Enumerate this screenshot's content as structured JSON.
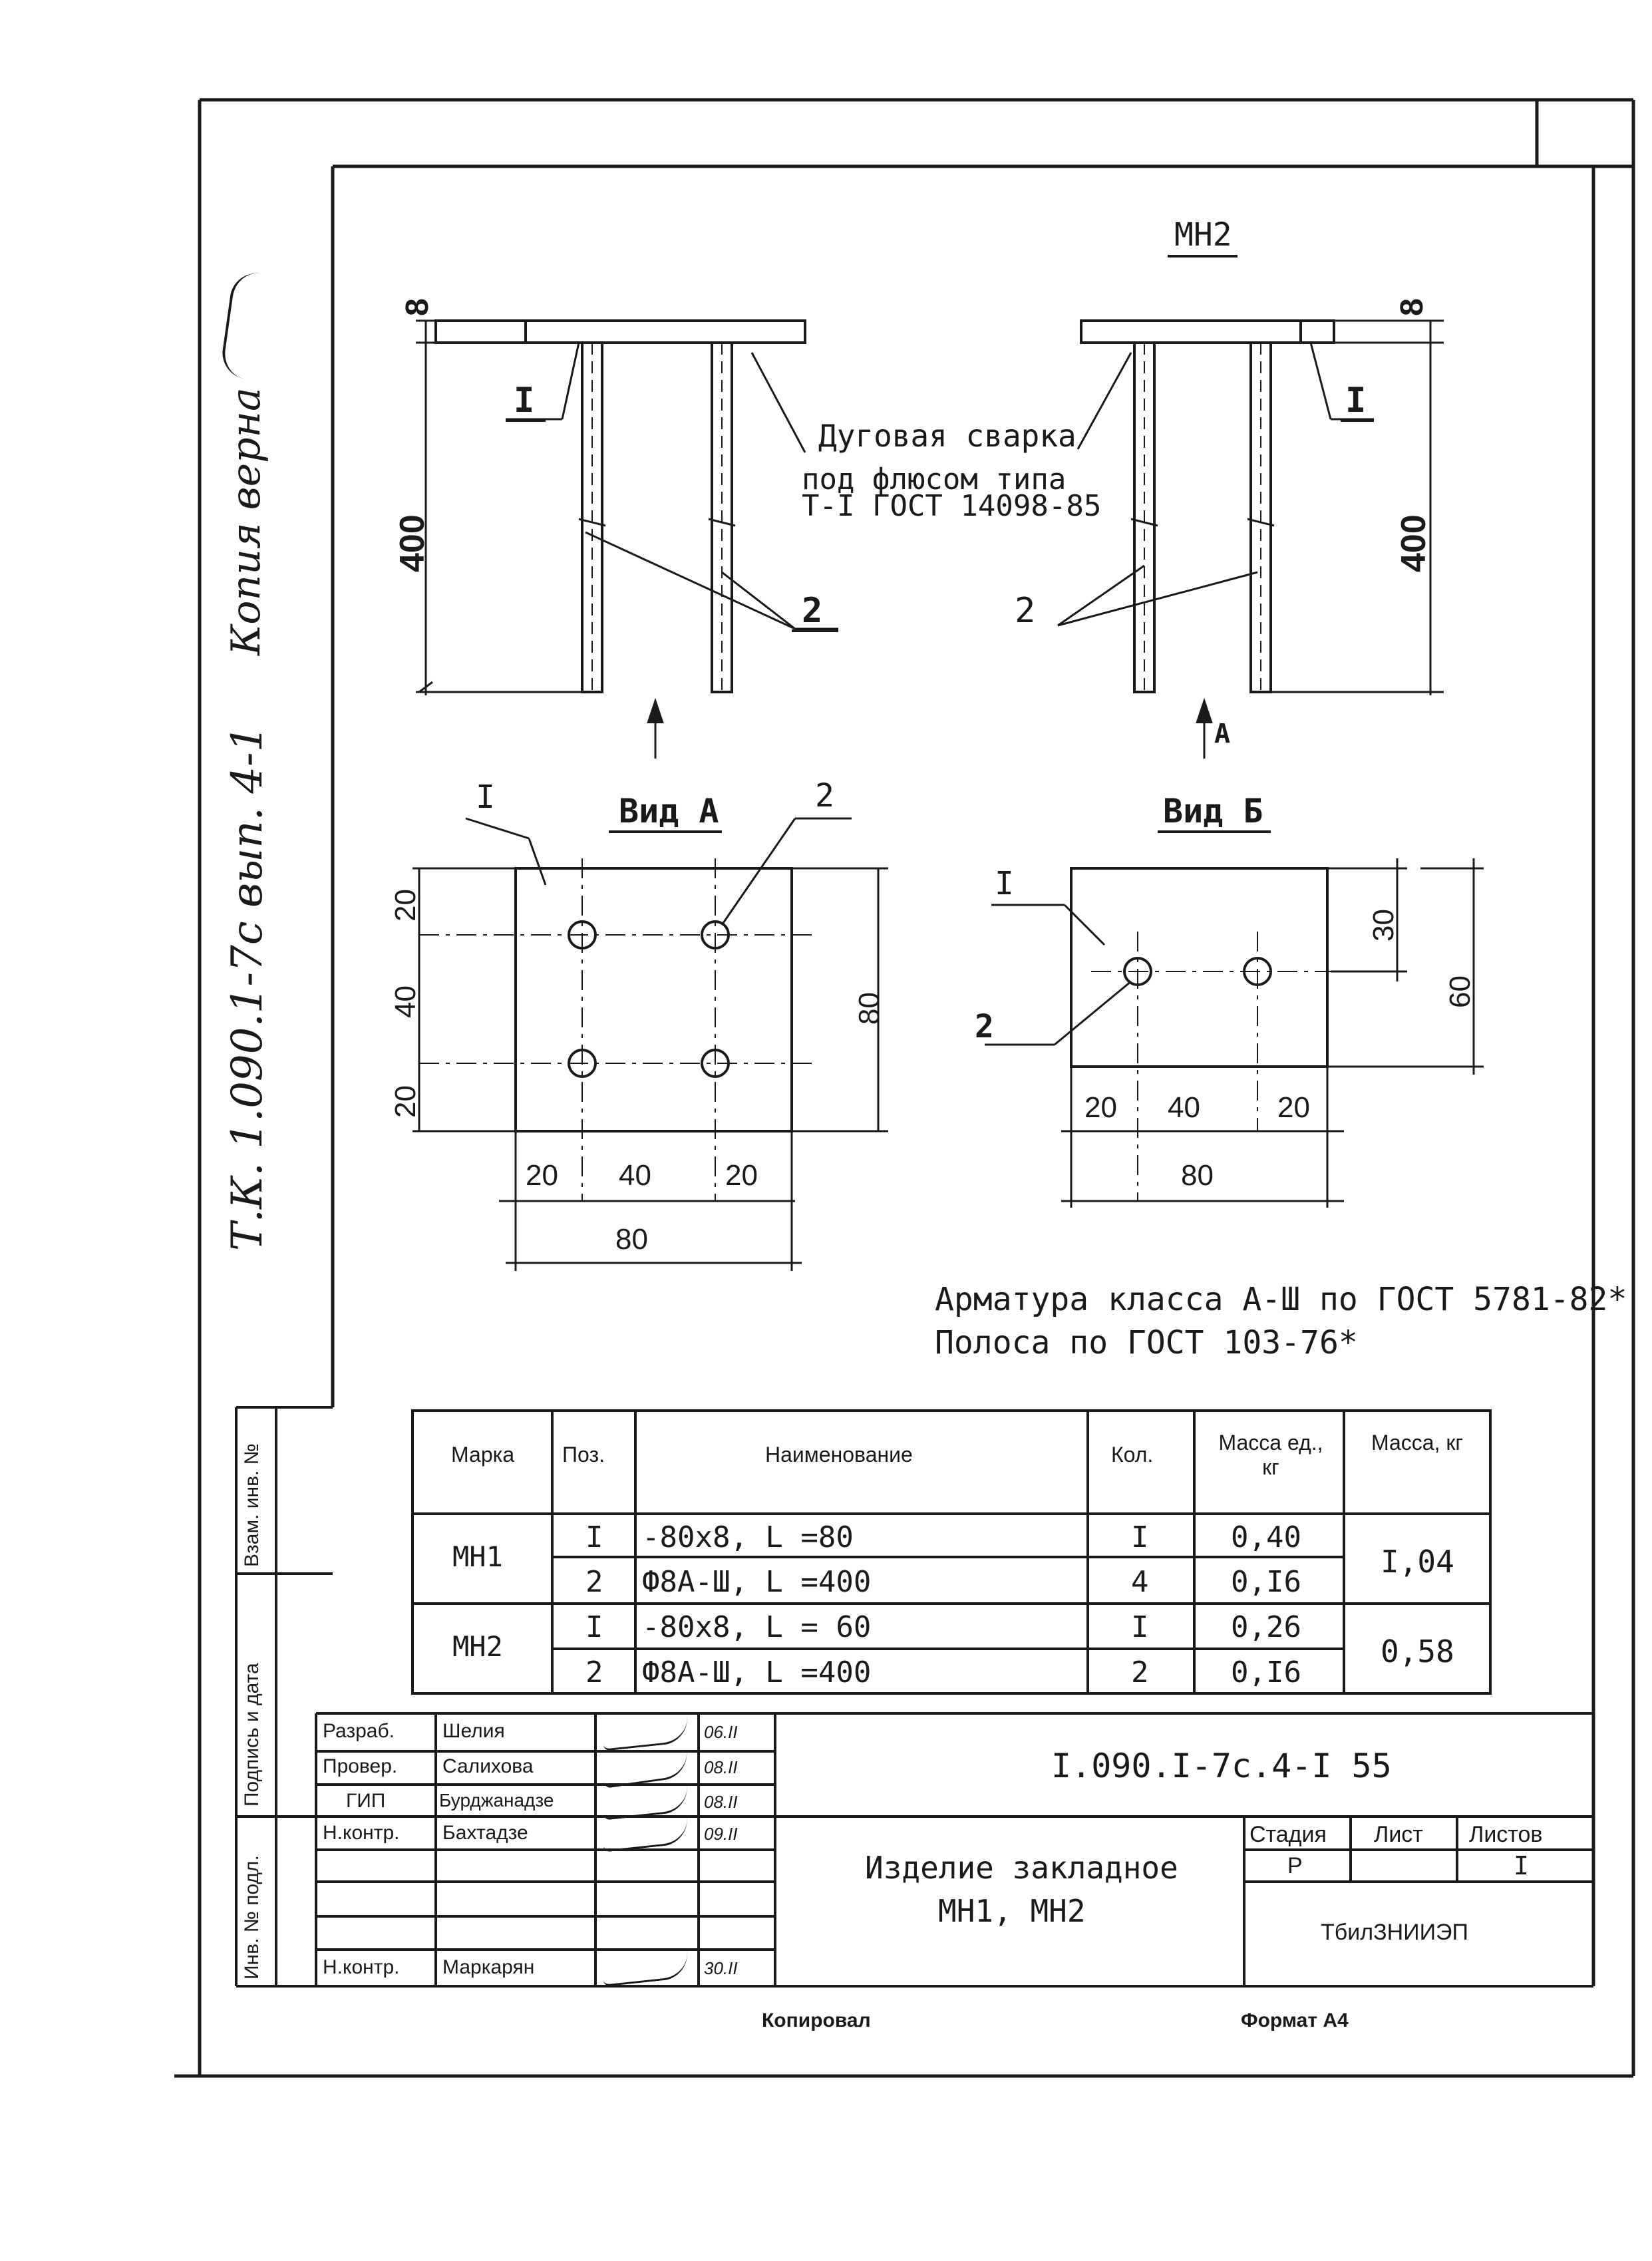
{
  "side_note": "Т.К. 1.090.1-7с вып. 4-1",
  "copy_note": "Копия верна",
  "view_titles": {
    "mh2": "МН2",
    "view_a": "Вид А",
    "view_b": "Вид Б"
  },
  "elevation": {
    "dim_8": "8",
    "dim_400": "400",
    "pos1": "I",
    "pos2": "2",
    "arrow_a": "А",
    "weld_note": [
      "Дуговая сварка",
      "под флюсом типа",
      "Т-I ГОСТ 14098-85"
    ]
  },
  "view_a": {
    "pos1": "I",
    "pos2": "2",
    "dims_v": [
      "20",
      "40",
      "20"
    ],
    "dim_right": "80",
    "dims_h": [
      "20",
      "40",
      "20"
    ],
    "dim_total": "80"
  },
  "view_b": {
    "pos1": "I",
    "pos2": "2",
    "dim_30": "30",
    "dim_60": "60",
    "dims_h": [
      "20",
      "40",
      "20"
    ],
    "dim_total": "80"
  },
  "notes": [
    "Арматура класса А-Ш по ГОСТ 5781-82*",
    "Полоса по ГОСТ 103-76*"
  ],
  "spec": {
    "headers": [
      "Марка",
      "Поз.",
      "Наименование",
      "Кол.",
      "Масса ед., кг",
      "Масса, кг"
    ],
    "rows": [
      {
        "mark": "МН1",
        "pos": "I",
        "name": "-80х8, L =80",
        "qty": "I",
        "unit_mass": "0,40",
        "total": "I,04"
      },
      {
        "mark": "",
        "pos": "2",
        "name": "Ф8А-Ш, L =400",
        "qty": "4",
        "unit_mass": "0,I6",
        "total": ""
      },
      {
        "mark": "МН2",
        "pos": "I",
        "name": "-80х8, L = 60",
        "qty": "I",
        "unit_mass": "0,26",
        "total": "0,58"
      },
      {
        "mark": "",
        "pos": "2",
        "name": "Ф8А-Ш, L =400",
        "qty": "2",
        "unit_mass": "0,I6",
        "total": ""
      }
    ]
  },
  "left_strip": [
    "Инв. № подл.",
    "Подпись и дата",
    "Взам. инв. №"
  ],
  "title_block": {
    "code": "I.090.I-7с.4-I 55",
    "roles": [
      "Разраб.",
      "Провер.",
      "ГИП",
      "Н.контр.",
      "Н.контр."
    ],
    "names": [
      "Шелия",
      "Салихова",
      "Бурджанадзе",
      "Бахтадзе",
      "Маркарян"
    ],
    "dates": [
      "06.II",
      "08.II",
      "08.II",
      "09.II",
      "30.II"
    ],
    "title": [
      "Изделие закладное",
      "МН1, МН2"
    ],
    "stage_label": "Стадия",
    "sheet_label": "Лист",
    "sheets_label": "Листов",
    "stage": "Р",
    "sheets": "I",
    "org": "ТбилЗНИИЭП"
  },
  "footer": {
    "copied": "Копировал",
    "format": "Формат А4"
  }
}
